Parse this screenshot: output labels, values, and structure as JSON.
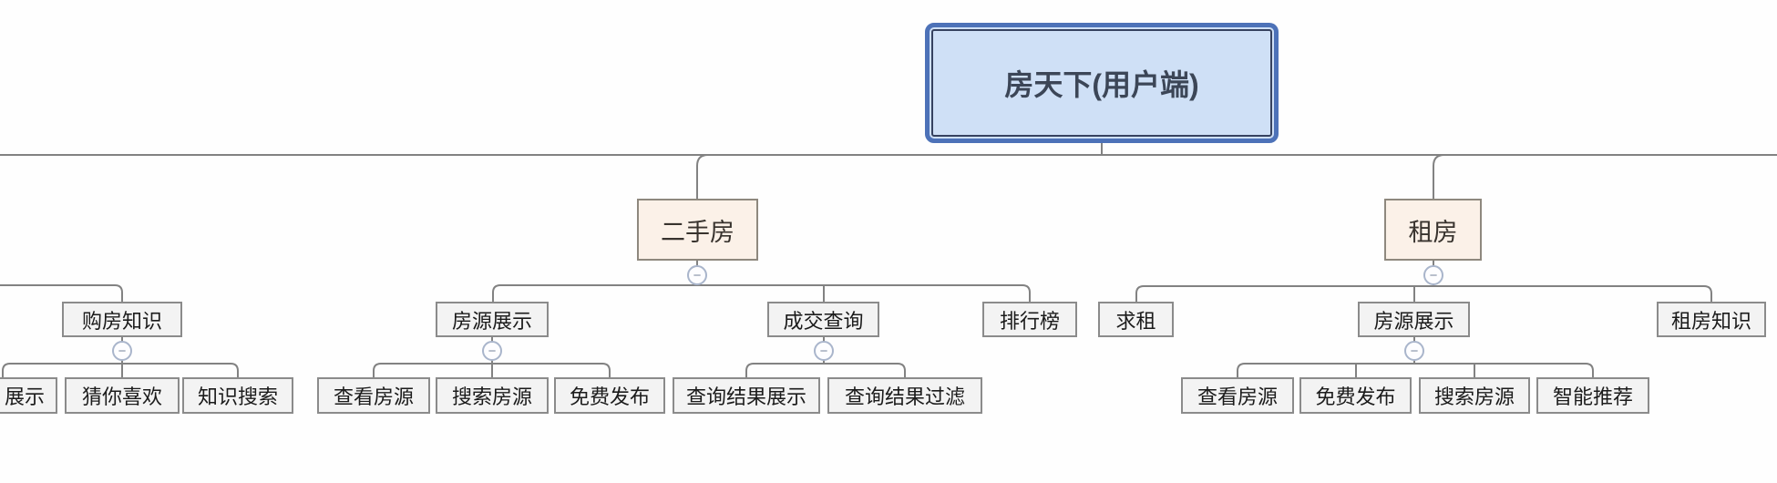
{
  "diagram_title": "房天下(用户端)",
  "nodes": {
    "root": {
      "label": "房天下(用户端)"
    },
    "level1": {
      "ershoufang": {
        "label": "二手房"
      },
      "zufang": {
        "label": "租房"
      }
    },
    "level2": {
      "goufang_zhishi": {
        "label": "购房知识"
      },
      "fangyuan_zhanshi_ershou": {
        "label": "房源展示"
      },
      "chengjiao_chaxun": {
        "label": "成交查询"
      },
      "paihangbang": {
        "label": "排行榜"
      },
      "qiuzu": {
        "label": "求租"
      },
      "fangyuan_zhanshi_zufang": {
        "label": "房源展示"
      },
      "zufang_zhishi": {
        "label": "租房知识"
      }
    },
    "level3": {
      "zhanshi_partial": {
        "label": "展示"
      },
      "cai_ni_xihuan": {
        "label": "猜你喜欢"
      },
      "zhishi_sousuo": {
        "label": "知识搜索"
      },
      "chakan_fangyuan_ershou": {
        "label": "查看房源"
      },
      "sousuo_fangyuan_ershou": {
        "label": "搜索房源"
      },
      "mianfei_fabu_ershou": {
        "label": "免费发布"
      },
      "chaxun_jieguo_zhanshi": {
        "label": "查询结果展示"
      },
      "chaxun_jieguo_guolv": {
        "label": "查询结果过滤"
      },
      "chakan_fangyuan_zufang": {
        "label": "查看房源"
      },
      "mianfei_fabu_zufang": {
        "label": "免费发布"
      },
      "sousuo_fangyuan_zufang": {
        "label": "搜索房源"
      },
      "zhineng_tuijian": {
        "label": "智能推荐"
      }
    }
  },
  "hierarchy": [
    {
      "parent": "房天下(用户端)",
      "children": [
        "二手房",
        "租房"
      ]
    },
    {
      "parent": "二手房",
      "children": [
        "房源展示",
        "成交查询",
        "排行榜"
      ]
    },
    {
      "parent": "房源展示 (二手房)",
      "children": [
        "查看房源",
        "搜索房源",
        "免费发布"
      ]
    },
    {
      "parent": "成交查询",
      "children": [
        "查询结果展示",
        "查询结果过滤"
      ]
    },
    {
      "parent": "购房知识",
      "children": [
        "展示",
        "猜你喜欢",
        "知识搜索"
      ]
    },
    {
      "parent": "租房",
      "children": [
        "求租",
        "房源展示",
        "租房知识"
      ]
    },
    {
      "parent": "房源展示 (租房)",
      "children": [
        "查看房源",
        "免费发布",
        "搜索房源",
        "智能推荐"
      ]
    }
  ],
  "icons": {
    "collapse_glyph": "−"
  },
  "colors": {
    "root_fill": "#cfe0f6",
    "root_border": "#4d72b8",
    "root_inner_border": "#36425f",
    "level1_fill": "#fbf1e8",
    "level1_border": "#8e887e",
    "node_fill": "#f3f3f3",
    "node_border": "#8b8b8b",
    "connector": "#828282",
    "collapse_border": "#a9b5cb",
    "collapse_fill": "#fdfdff",
    "background": "#fefefe"
  }
}
